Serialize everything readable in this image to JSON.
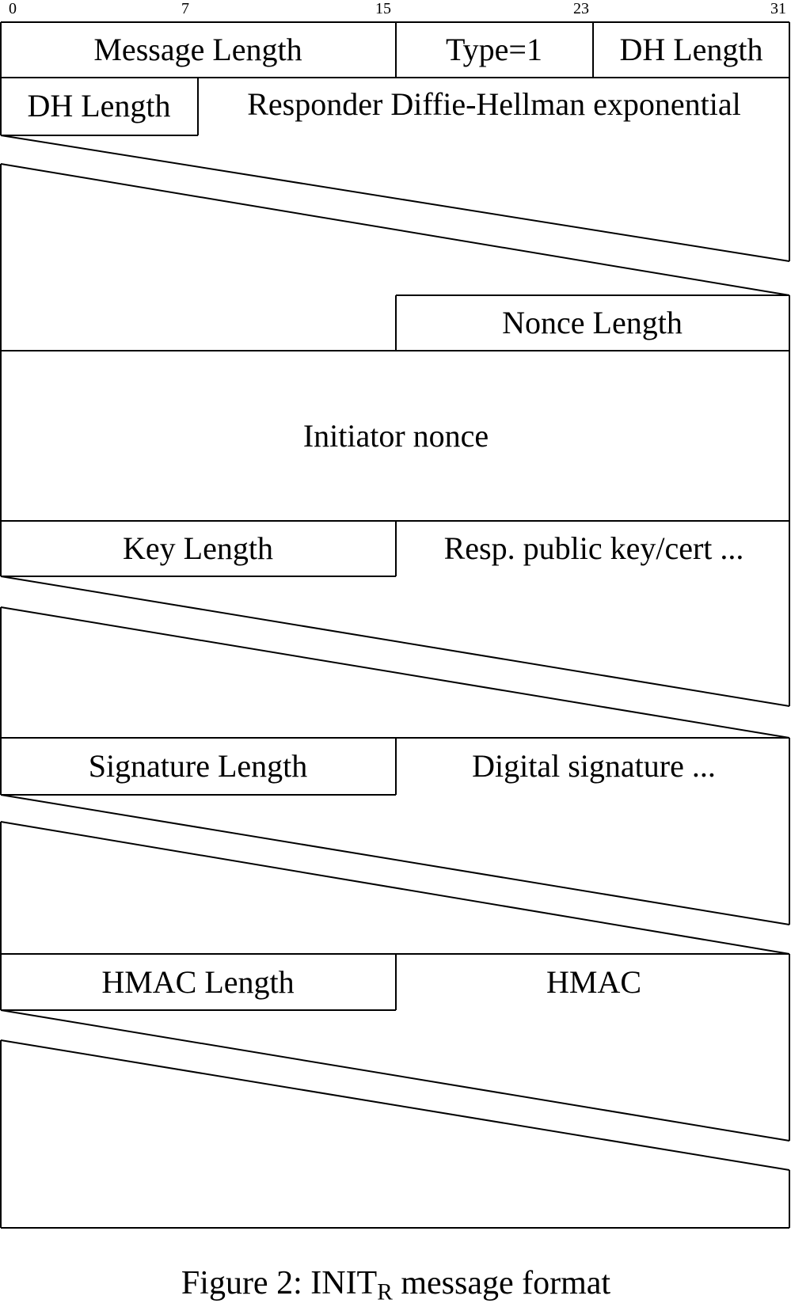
{
  "colors": {
    "line": "#000000",
    "text": "#000000",
    "background": "#ffffff"
  },
  "bit_ruler": [
    "0",
    "7",
    "15",
    "23",
    "31"
  ],
  "fields": {
    "message_length": "Message Length",
    "type": "Type=1",
    "dh_length_top": "DH Length",
    "dh_length_wrap": "DH Length",
    "responder_dh_exponential": "Responder Diffie-Hellman exponential",
    "nonce_length": "Nonce Length",
    "initiator_nonce": "Initiator nonce",
    "key_length": "Key Length",
    "resp_public_key_cert": "Resp. public key/cert ...",
    "signature_length": "Signature Length",
    "digital_signature": "Digital signature ...",
    "hmac_length": "HMAC Length",
    "hmac": "HMAC"
  },
  "caption": {
    "prefix": "Figure 2: INIT",
    "subscript": "R",
    "suffix": " message format"
  }
}
